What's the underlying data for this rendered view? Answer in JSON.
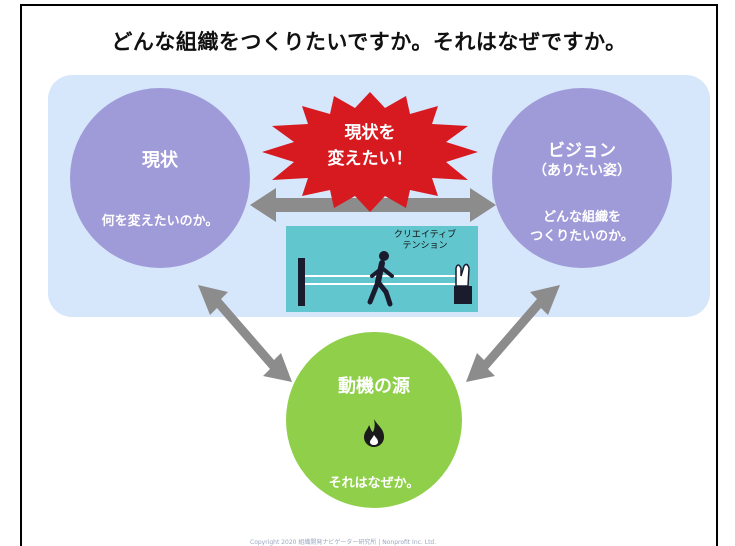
{
  "title": "どんな組織をつくりたいですか。それはなぜですか。",
  "current": {
    "heading": "現状",
    "question": "何を変えたいのか。"
  },
  "vision": {
    "heading": "ビジョン",
    "subheading": "（ありたい姿）",
    "question_line1": "どんな組織を",
    "question_line2": "つくりたいのか。"
  },
  "burst": {
    "line1": "現状を",
    "line2": "変えたい！"
  },
  "tension": {
    "line1": "クリエイティブ",
    "line2": "テンション"
  },
  "motive": {
    "heading": "動機の源",
    "question": "それはなぜか。",
    "icon": "flame-icon"
  },
  "footer": {
    "text": "Copyright 2020 組織開発ナビゲーター研究所 | Nonprofit Inc. Ltd."
  },
  "colors": {
    "band": "#d6e6fb",
    "circle_purple": "#9f9ad8",
    "circle_green": "#8fcf4a",
    "burst": "#d71920",
    "arrow": "#8c8c8c",
    "panel": "#62c6cf"
  }
}
